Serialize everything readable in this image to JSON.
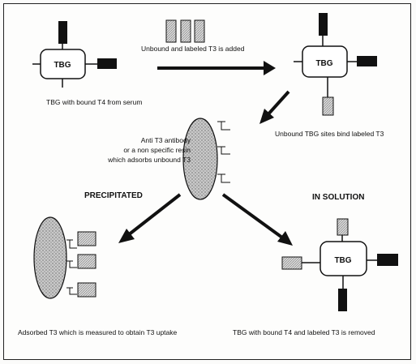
{
  "labels": {
    "tbg_bound_t4": "TBG with bound T4 from serum",
    "unbound_added": "Unbound and labeled T3 is added",
    "unbound_sites": "Unbound TBG sites bind labeled T3",
    "antibody_line1": "Anti T3 antibody",
    "antibody_line2": "or a non specific resin",
    "antibody_line3": "which adsorbs unbound T3",
    "precipitated": "PRECIPITATED",
    "in_solution": "IN SOLUTION",
    "adsorbed": "Adsorbed T3 which is measured to obtain T3 uptake",
    "removed": "TBG with bound T4 and labeled T3 is removed"
  },
  "tbg_label": "TBG",
  "colors": {
    "t4_fill": "#111111",
    "t3_fill": "#c8c8c8",
    "stroke": "#111111"
  }
}
